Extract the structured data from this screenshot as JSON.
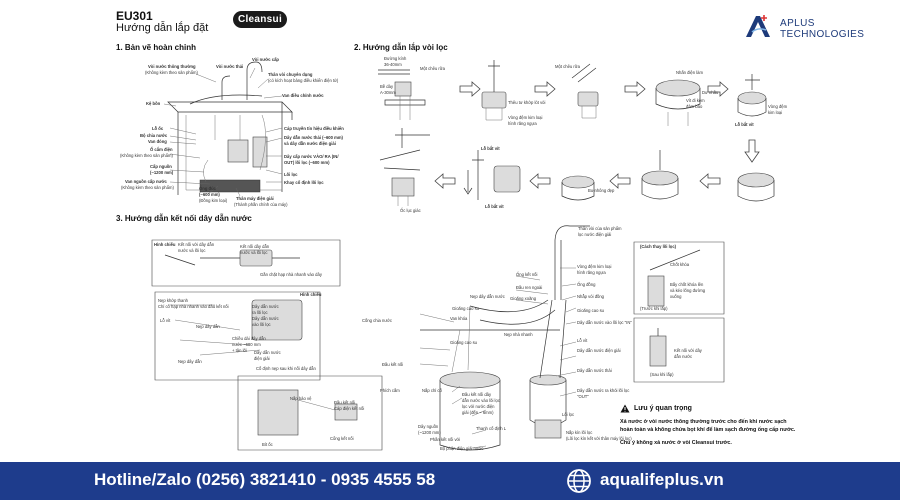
{
  "header": {
    "code": "EU301",
    "title": "Hướng dẫn lắp đặt",
    "brand": "Cleansui",
    "company": "APLUS TECHNOLOGIES"
  },
  "sections": {
    "s1": "1. Bản vẽ hoàn chỉnh",
    "s2": "2. Hướng dẫn lắp vòi lọc",
    "s3": "3.  Hướng dẫn kết nối dây dẫn nước"
  },
  "s1_labels": {
    "faucet_normal": "Vòi nước thông thường",
    "faucet_normal_note": "(Không kèm theo sản phẩm)",
    "faucet_drain": "Vòi nước thải",
    "faucet_filter": "Vòi nước cấp",
    "body": "Thân vòi chuyên dụng",
    "body_note": "(có kích hoạt bảng điều khiển điện tử)",
    "valve": "Van điều chỉnh nước",
    "sink": "Kệ bồn",
    "screw": "Lỗ ốc",
    "distributor": "Bộ chia nước",
    "shutoff": "Van đóng",
    "socket": "Ổ cắm điện",
    "socket_note": "(Không kèm theo sản phẩm)",
    "supply_hose": "Cấp nguồn",
    "supply_hose_len": "(~1200 mm)",
    "feed_valve": "Van nguồn cấp nước",
    "feed_valve_note": "(Không kèm theo sản phẩm)",
    "pipe": "Ống đúc",
    "pipe_len": "(~600 mm)",
    "pipe_note": "(Đồng kim loại)",
    "cable": "Cáp truyền tín hiệu điều khiển",
    "hose_drain": "Dây dẫn nước thải (~600 mm)",
    "hose_drain2": "và dây dẫn nước điện giải",
    "hose_inout": "Dây cấp nước VÀO/ RA (IN/",
    "hose_inout2": "OUT) lõi lọc (~600 mm)",
    "core": "Lõi lọc",
    "clamp": "Khay cố định lõi lọc",
    "unit": "Thân máy điện giải",
    "unit_note": "(Thành phần chính của máy)"
  },
  "s2_labels": {
    "diameter": "Đường kính",
    "diameter_val": "36-40mm",
    "gasket": "Một chêu rữa",
    "max_thick": "Bề dày",
    "max_thick_val": "A-30mm",
    "washer": "Thêu tư khớp lót vòi",
    "ring": "Vòng đệm kim loại",
    "ring2": "hình răng ngựa",
    "washer2": "Một chêu rữa",
    "washer3": "Nhấn điện làm",
    "washer3b": "Dư nhầu",
    "washer4": "Vít đi kèm",
    "washer4b": "đảm bảo",
    "bolt_hole": "Lỗ bắt vít",
    "ring3": "Vòng đệm",
    "ring3b": "kim loại",
    "hole2": "Lỗ bắt vít",
    "hole3": "Lỗ bắt vít",
    "fix": "Bu-nhông đẹp",
    "nut": "Ốc lục giác"
  },
  "s3_labels": {
    "top_note1": "Kết nối với dây dẫn",
    "top_note1b": "nước và lõi lọc",
    "top_note2": "Kết nối dây dẫn",
    "top_note2b": "nước và lõi lọc",
    "insert": "Gắn chặt hạp nhà nhanh vào dây",
    "clip": "Hình chiếu",
    "clip2": "Hình chiếu",
    "joint": "Nẹp khớp thanh",
    "joint2": "Chỉ cố hạp nhà nhanh vào đầu kết nối",
    "hose_w": "Dây dẫn nước",
    "hose_w2": "ra lõi lọc",
    "hose_w3": "Dây dẫn nước",
    "hose_w4": "vào lõi lọc",
    "screw2": "Lỗ vít",
    "screw_hook": "Nẹp dây dẫn",
    "hose_len": "Chiều dài đây dẫn",
    "hose_len2": "nước ~600 mm",
    "hose_len3": "+ tận lõi",
    "hose_e": "Dây dẫn nước",
    "hose_e2": "điện giải",
    "rail": "Nẹp dây dẫn",
    "fix_note": "Cố định nẹp sau khi nối dây dẫn",
    "gauge": "Cống chia nước",
    "head": "Đầu kết nối",
    "body_sp": "Thân vòi của sản phẩm",
    "body_sp2": "lọc nước điện giải",
    "pipe_s": "Ống kết nối",
    "ring_s": "Vòng đệm kim loại",
    "ring_s2": "hình răng ngựa",
    "elbow": "Ống đồng",
    "nut_s": "Nhẫp vói đồng",
    "pipe_b": "Ống dẫn nước",
    "rubber": "Gioăng cao su",
    "hose_core": "Dây dẫn nước vào lõi lọc \"IN\"",
    "threader": "Nẹp dây dẫn nước",
    "clip_s": "Đầu ren ngoài",
    "gasket_s": "Gioăng xoăng",
    "rubber2": "Gioăng cao su",
    "lock": "Van khóa",
    "rubber3": "Gioăng cao su",
    "grip": "Nẹp nhà nhanh",
    "hole_s": "Lỗ vít",
    "hose_drain_s": "Dây dẫn nước điện giải",
    "hose_drain_s2": "Dây dẫn nước thải",
    "hose_out": "Dây dẫn nước ra khỏi lõi lọc",
    "hose_out2": "\"OUT\"",
    "core_s": "Lõi lọc",
    "cover": "Nắp chỉ cố",
    "head2": "Đầu kết nối dây",
    "head2b": "dẫn nước vào lõi lọc",
    "head2c": "lọc với nước điện",
    "head2d": "giải (đến ~ 6mm)",
    "hose_in": "Dây nguồn",
    "hose_in2": "(~1200 mm)",
    "fix_hose": "Phần kết nối với",
    "unit_s": "Bộ phận điện giải nước",
    "stand": "Thanh cố định L",
    "ring_s3": "Nắp kín lõi lọc",
    "ring_s4": "(Lõi lọc kín kết với thân máy lõi lọc)",
    "filter_box": "Phích cắm",
    "pipe_c": "Phích cắm",
    "fuse": "Đầu kết nối",
    "fuse2": "Cáp điện kết nối",
    "tool": "Nắp bảo vệ",
    "side": "Cổng kết nối",
    "side2": "Bít ốc",
    "r_top": "(Cách  thay lõi lọc)",
    "r1": "Chốt khóa",
    "r2": "Bấy chốt khóa lên",
    "r2b": "và kéo lõng đường",
    "r2c": "xuống",
    "r3": "Kết nối với dây",
    "r3b": "dẫn nước",
    "r4": "(Trước khi lắp)",
    "r5": "(Sau khi lắp)"
  },
  "notice": {
    "title": "Lưu ý quan trọng",
    "body": "Xả nước ở vòi nước thông thường trước cho đến khi nước sạch hoàn toàn và không chứa bọt khí để làm sạch đường ống cấp nước.",
    "foot": "Chú ý không xả nước ở vòi Cleansui trước."
  },
  "footer": {
    "hotline": "Hotline/Zalo (0256) 3821410 - 0935 4555 58",
    "website": "aqualifeplus.vn"
  },
  "colors": {
    "footer_bg": "#1e3c8c",
    "brand_blue": "#1d3a7a"
  },
  "icons": [
    "aplus-logo-icon",
    "warning-icon",
    "globe-icon"
  ]
}
